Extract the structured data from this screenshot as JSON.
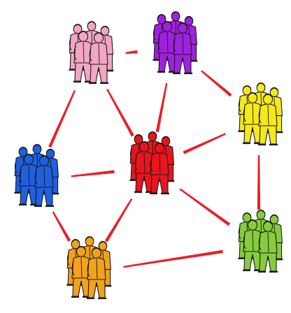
{
  "diagram": {
    "background": "#ffffff",
    "link_color": "#e8202a",
    "groups": [
      {
        "id": "pink",
        "color": "#f2a6c4",
        "icon": "people-group-icon"
      },
      {
        "id": "purple",
        "color": "#a020e0",
        "icon": "people-group-icon"
      },
      {
        "id": "yellow",
        "color": "#f6e81a",
        "icon": "people-group-icon"
      },
      {
        "id": "blue",
        "color": "#1f5fe0",
        "icon": "people-group-icon"
      },
      {
        "id": "red",
        "color": "#e8141e",
        "icon": "people-group-icon"
      },
      {
        "id": "green",
        "color": "#86cc3c",
        "icon": "people-group-icon"
      },
      {
        "id": "orange",
        "color": "#f2a21c",
        "icon": "people-group-icon"
      }
    ],
    "links": [
      [
        "pink",
        "purple"
      ],
      [
        "pink",
        "blue"
      ],
      [
        "pink",
        "red"
      ],
      [
        "purple",
        "red"
      ],
      [
        "purple",
        "yellow"
      ],
      [
        "yellow",
        "red"
      ],
      [
        "yellow",
        "green"
      ],
      [
        "blue",
        "red"
      ],
      [
        "blue",
        "orange"
      ],
      [
        "red",
        "orange"
      ],
      [
        "red",
        "green"
      ],
      [
        "orange",
        "green"
      ]
    ]
  }
}
